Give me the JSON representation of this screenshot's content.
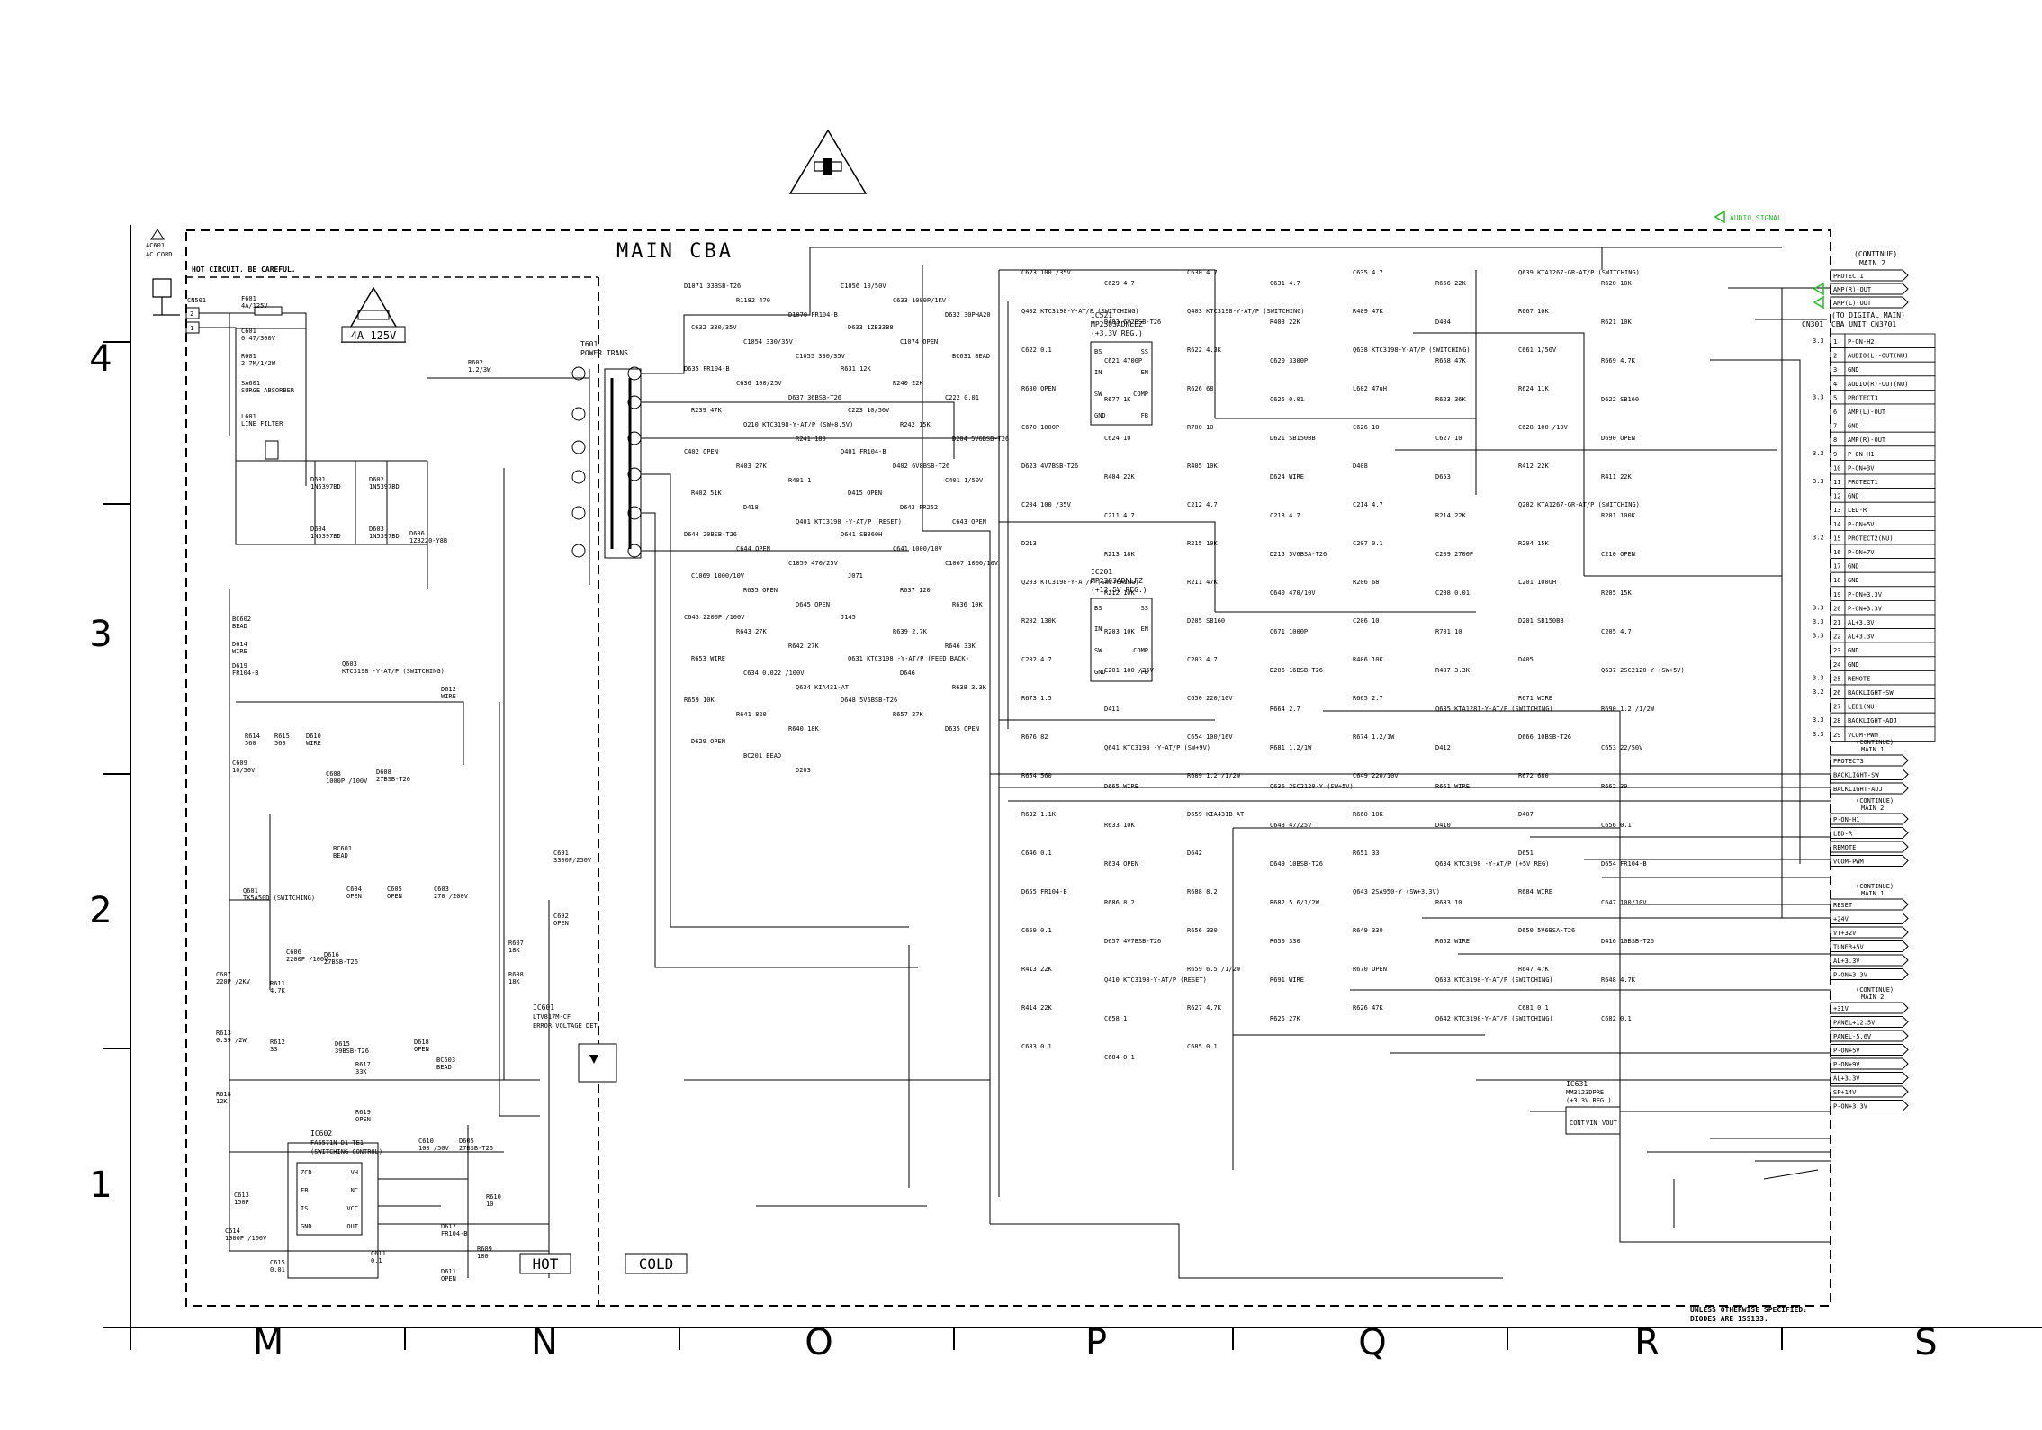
{
  "sheet_title": "MAIN CBA",
  "hot_warning": "HOT CIRCUIT. BE CAREFUL.",
  "fuse_rating": "4A 125V",
  "hot_label": "HOT",
  "cold_label": "COLD",
  "audio_signal_label": "AUDIO SIGNAL",
  "footnote_line1": "UNLESS OTHERWISE SPECIFIED:",
  "footnote_line2": "DIODES ARE 1SS133.",
  "ac_cord": {
    "name": "AC601",
    "sub": "AC CORD",
    "connector": "CN501"
  },
  "left_components": [
    {
      "ref": "F601",
      "val": "4A/125V"
    },
    {
      "ref": "C601",
      "val": "0.47/300V"
    },
    {
      "ref": "R601",
      "val": "2.7M/1/2W"
    },
    {
      "ref": "SA601",
      "val": "SURGE ABSORBER"
    },
    {
      "ref": "L601",
      "val": "LINE FILTER"
    },
    {
      "ref": "D601",
      "val": "1N5397BD"
    },
    {
      "ref": "D602",
      "val": "1N5397BD"
    },
    {
      "ref": "D604",
      "val": "1N5397BD"
    },
    {
      "ref": "D603",
      "val": "1N5397BD"
    },
    {
      "ref": "D606",
      "val": "1ZB220-Y8B"
    },
    {
      "ref": "R602",
      "val": "1.2/3W"
    },
    {
      "ref": "BC602",
      "val": "BEAD"
    },
    {
      "ref": "D614",
      "val": "WIRE"
    },
    {
      "ref": "D619",
      "val": "FR104-B"
    },
    {
      "ref": "Q603",
      "val": "KTC3198 -Y-AT/P (SWITCHING)"
    },
    {
      "ref": "D612",
      "val": "WIRE"
    },
    {
      "ref": "R614",
      "val": "560"
    },
    {
      "ref": "R615",
      "val": "560"
    },
    {
      "ref": "D610",
      "val": "WIRE"
    },
    {
      "ref": "C609",
      "val": "10/50V"
    },
    {
      "ref": "C608",
      "val": "1000P /100V"
    },
    {
      "ref": "D608",
      "val": "27BSB-T26"
    },
    {
      "ref": "BC601",
      "val": "BEAD"
    },
    {
      "ref": "Q601",
      "val": "TK5A50D (SWITCHING)"
    },
    {
      "ref": "C604",
      "val": "OPEN"
    },
    {
      "ref": "C605",
      "val": "OPEN"
    },
    {
      "ref": "C603",
      "val": "270 /200V"
    },
    {
      "ref": "C607",
      "val": "220P /2KV"
    },
    {
      "ref": "C606",
      "val": "2200P /100V"
    },
    {
      "ref": "D616",
      "val": "27BSB-T26"
    },
    {
      "ref": "R611",
      "val": "4.7K"
    },
    {
      "ref": "R613",
      "val": "0.39 /2W"
    },
    {
      "ref": "R612",
      "val": "33"
    },
    {
      "ref": "D615",
      "val": "39BSB-T26"
    },
    {
      "ref": "R617",
      "val": "33K"
    },
    {
      "ref": "D618",
      "val": "OPEN"
    },
    {
      "ref": "BC603",
      "val": "BEAD"
    },
    {
      "ref": "R618",
      "val": "12K"
    },
    {
      "ref": "R619",
      "val": "OPEN"
    },
    {
      "ref": "C610",
      "val": "100 /50V"
    },
    {
      "ref": "D605",
      "val": "27BSB-T26"
    },
    {
      "ref": "R607",
      "val": "18K"
    },
    {
      "ref": "R608",
      "val": "18K"
    },
    {
      "ref": "C613",
      "val": "150P"
    },
    {
      "ref": "C614",
      "val": "1000P /100V"
    },
    {
      "ref": "C615",
      "val": "0.01"
    },
    {
      "ref": "C611",
      "val": "0.1"
    },
    {
      "ref": "D617",
      "val": "FR104-B"
    },
    {
      "ref": "R609",
      "val": "180"
    },
    {
      "ref": "R610",
      "val": "10"
    },
    {
      "ref": "D611",
      "val": "OPEN"
    },
    {
      "ref": "C691",
      "val": "3300P/250V"
    },
    {
      "ref": "C692",
      "val": "OPEN"
    }
  ],
  "ic602": {
    "ref": "IC602",
    "part": "FA5571N-D1-TE1",
    "desc": "(SWITCHING CONTROL)",
    "pins_left": [
      "ZCD",
      "FB",
      "IS",
      "GND"
    ],
    "pins_right": [
      "VH",
      "NC",
      "VCC",
      "OUT"
    ]
  },
  "ic601": {
    "ref": "IC601",
    "part": "LTV817M-CF",
    "desc": "ERROR VOLTAGE DET"
  },
  "transformer": {
    "ref": "T601",
    "desc": "POWER TRANS"
  },
  "ic521": {
    "ref": "IC521",
    "part": "MP2303ADNLEZ",
    "desc": "(+3.3V REG.)",
    "pins_left": [
      "BS",
      "IN",
      "SW",
      "GND"
    ],
    "pins_right": [
      "SS",
      "EN",
      "COMP",
      "FB"
    ]
  },
  "ic201": {
    "ref": "IC201",
    "part": "MP2303ADNLFZ",
    "desc": "(+12.5V REG.)",
    "pins_left": [
      "BS",
      "IN",
      "SW",
      "GND"
    ],
    "pins_right": [
      "SS",
      "EN",
      "COMP",
      "FB"
    ]
  },
  "ic631": {
    "ref": "IC631",
    "part": "MM3123DPRE",
    "desc": "(+3.3V REG.)",
    "pins": [
      "CONT",
      "VIN",
      "VOUT"
    ]
  },
  "mid_components": [
    "D1071 33BSB-T26",
    "R1182 470",
    "D1070 FR104-B",
    "C1056 10/50V",
    "C633 1000P/1KV",
    "D632 30PHA20",
    "C632 330/35V",
    "C1054 330/35V",
    "C1055 330/35V",
    "D633 1ZB33B8",
    "C1074 OPEN",
    "BC631 BEAD",
    "D635 FR104-B",
    "C636 100/25V",
    "D637 36BSB-T26",
    "R631 12K",
    "R240 22K",
    "C222 0.01",
    "R239 47K",
    "Q210 KTC3198-Y-AT/P (SW+8.5V)",
    "R241 180",
    "C223 10/50V",
    "R242 15K",
    "D204 5V6BSB-T26",
    "C402 OPEN",
    "R403 27K",
    "R401 1",
    "D401 FR104-B",
    "D402 6V8BSB-T26",
    "C401 1/50V",
    "R402 51K",
    "D418",
    "Q401 KTC3198 -Y-AT/P (RESET)",
    "D415 OPEN",
    "D643 FR252",
    "C643 OPEN",
    "D644 20BSB-T26",
    "C644 OPEN",
    "C1059 470/25V",
    "D641 SB360H",
    "C641 1000/10V",
    "C1067 1000/10V",
    "C1069 1000/10V",
    "R635 OPEN",
    "D645 OPEN",
    "J071",
    "R637 120",
    "R636 10K",
    "C645 2200P /100V",
    "R643 27K",
    "R642 27K",
    "J145",
    "R639 2.7K",
    "R646 33K",
    "R653 WIRE",
    "C634 0.022 /100V",
    "Q634 KIA431-AT",
    "Q631 KTC3198 -Y-AT/P (FEED BACK)",
    "D646",
    "R638 3.3K",
    "R659 10K",
    "R641 820",
    "R640 18K",
    "D648 5V6BSB-T26",
    "R657 27K",
    "D635 OPEN",
    "D629 OPEN",
    "BC201 BEAD",
    "D203"
  ],
  "right_components": [
    "C623 100 /35V",
    "C629 4.7",
    "C630 4.7",
    "C631 4.7",
    "C635 4.7",
    "R666 22K",
    "Q639 KTA1267-GR-AT/P (SWITCHING)",
    "R620 10K",
    "Q402 KTC3198-Y-AT/P (SWITCHING)",
    "D403 6V2BSB-T26",
    "Q403 KTC3198-Y-AT/P (SWITCHING)",
    "R408 22K",
    "R409 47K",
    "D404",
    "R667 10K",
    "R621 10K",
    "C622 0.1",
    "C621 4700P",
    "R622 4.3K",
    "C620 3300P",
    "Q638 KTC3198-Y-AT/P (SWITCHING)",
    "R668 47K",
    "C661 1/50V",
    "R669 4.7K",
    "R680 OPEN",
    "R677 1K",
    "R626 68",
    "C625 0.01",
    "L602 47uH",
    "R623 36K",
    "R624 11K",
    "D622 SB160",
    "C670 1000P",
    "C624 10",
    "R700 10",
    "D621 SB150BB",
    "C626 10",
    "C627 10",
    "C628 100 /10V",
    "D690 OPEN",
    "D623 4V7BSB-T26",
    "R404 22K",
    "R405 10K",
    "D624 WIRE",
    "D408",
    "D653",
    "R412 22K",
    "R411 22K",
    "C204 100 /35V",
    "C211 4.7",
    "C212 4.7",
    "C213 4.7",
    "C214 4.7",
    "R214 22K",
    "Q202 KTA1267-GR-AT/P (SWITCHING)",
    "R201 100K",
    "D213",
    "R213 18K",
    "R215 10K",
    "D215 5V6BSA-T26",
    "C207 0.1",
    "C209 2700P",
    "R204 15K",
    "C210 OPEN",
    "Q203 KTC3198-Y-AT/P (SWITCHING)",
    "R212 10K",
    "R211 47K",
    "C640 470/10V",
    "R206 68",
    "C208 0.01",
    "L201 100uH",
    "R205 15K",
    "R202 130K",
    "R203 10K",
    "D205 SB160",
    "C671 1000P",
    "C206 10",
    "R701 10",
    "D201 SB150BB",
    "C205 4.7",
    "C202 4.7",
    "C201 100 /25V",
    "C203 4.7",
    "D206 16BSB-T26",
    "R406 10K",
    "R407 3.3K",
    "D405",
    "Q637 2SC2120-Y (SW+5V)",
    "R673 1.5",
    "D411",
    "C650 220/10V",
    "R664 2.7",
    "R665 2.7",
    "Q635 KTA1281-Y-AT/P (SWITCHING)",
    "R671 WIRE",
    "R690 1.2 /1/2W",
    "R676 82",
    "Q641 KTC3198 -Y-AT/P (SW+9V)",
    "C654 100/16V",
    "R681 1.2/1W",
    "R674 1.2/1W",
    "D412",
    "D666 10BSB-T26",
    "C653 22/50V",
    "R654 560",
    "D665 WIRE",
    "R689 1.2 /1/2W",
    "Q636 2SC2120-Y (SW+5V)",
    "C649 220/10V",
    "R661 WIRE",
    "R672 680",
    "R662 39",
    "R632 1.1K",
    "R633 10K",
    "D659 KIA431B-AT",
    "C648 47/25V",
    "R660 10K",
    "D410",
    "D407",
    "C656 0.1",
    "C646 0.1",
    "R634 OPEN",
    "D642",
    "D649 10BSB-T26",
    "R651 33",
    "Q634 KTC3198 -Y-AT/P (+5V REG)",
    "D651",
    "D654 FR104-B",
    "D655 FR104-B",
    "R686 8.2",
    "R688 8.2",
    "R682 5.6/1/2W",
    "Q643 2SA950-Y (SW+3.3V)",
    "R683 10",
    "R684 WIRE",
    "C647 100/10V",
    "C659 0.1",
    "D657 4V7BSB-T26",
    "R656 330",
    "R650 330",
    "R649 330",
    "R652 WIRE",
    "D650 5V6BSA-T26",
    "D416 10BSB-T26",
    "R413 22K",
    "Q410 KTC3198-Y-AT/P (RESET)",
    "R659 6.5 /1/2W",
    "R691 WIRE",
    "R670 OPEN",
    "Q633 KTC3198-Y-AT/P (SWITCHING)",
    "R647 47K",
    "R648 4.7K",
    "R414 22K",
    "C658 1",
    "R627 4.7K",
    "R625 27K",
    "R626 47K",
    "Q642 KTC3198-Y-AT/P (SWITCHING)",
    "C681 0.1",
    "C682 0.1",
    "C683 0.1",
    "C684 0.1",
    "C685 0.1"
  ],
  "continue_top": {
    "line1": "(CONTINUE)",
    "line2": "MAIN 2"
  },
  "top_signals": [
    "PROTECT1",
    "AMP(R)-OUT",
    "AMP(L)-OUT"
  ],
  "cn301_header": {
    "ref": "CN301",
    "line1": "(TO DIGITAL MAIN)",
    "line2": "CBA UNIT CN3701"
  },
  "cn301_pins": [
    {
      "num": "1",
      "name": "P-ON-H2"
    },
    {
      "num": "2",
      "name": "AUDIO(L)-OUT(NU)"
    },
    {
      "num": "3",
      "name": "GND"
    },
    {
      "num": "4",
      "name": "AUDIO(R)-OUT(NU)"
    },
    {
      "num": "5",
      "name": "PROTECT3"
    },
    {
      "num": "6",
      "name": "AMP(L)-OUT"
    },
    {
      "num": "7",
      "name": "GND"
    },
    {
      "num": "8",
      "name": "AMP(R)-OUT"
    },
    {
      "num": "9",
      "name": "P-ON-H1"
    },
    {
      "num": "10",
      "name": "P-ON+3V"
    },
    {
      "num": "11",
      "name": "PROTECT1"
    },
    {
      "num": "12",
      "name": "GND"
    },
    {
      "num": "13",
      "name": "LED-R"
    },
    {
      "num": "14",
      "name": "P-ON+5V"
    },
    {
      "num": "15",
      "name": "PROTECT2(NU)"
    },
    {
      "num": "16",
      "name": "P-ON+7V"
    },
    {
      "num": "17",
      "name": "GND"
    },
    {
      "num": "18",
      "name": "GND"
    },
    {
      "num": "19",
      "name": "P-ON+3.3V"
    },
    {
      "num": "20",
      "name": "P-ON+3.3V"
    },
    {
      "num": "21",
      "name": "AL+3.3V"
    },
    {
      "num": "22",
      "name": "AL+3.3V"
    },
    {
      "num": "23",
      "name": "GND"
    },
    {
      "num": "24",
      "name": "GND"
    },
    {
      "num": "25",
      "name": "REMOTE"
    },
    {
      "num": "26",
      "name": "BACKLIGHT-SW"
    },
    {
      "num": "27",
      "name": "LED1(NU)"
    },
    {
      "num": "28",
      "name": "BACKLIGHT-ADJ"
    },
    {
      "num": "29",
      "name": "VCOM-PWM"
    }
  ],
  "cn301_voltages": [
    "3.3",
    "",
    "",
    "",
    "3.3",
    "",
    "",
    "",
    "3.3",
    "",
    "3.3",
    "",
    "",
    "",
    "3.2",
    "",
    "",
    "",
    "",
    "3.3",
    "3.3",
    "3.3",
    "",
    "",
    "3.3",
    "3.2",
    "",
    "3.3",
    "3.3"
  ],
  "bottom_groups": [
    {
      "line1": "(CONTINUE)",
      "line2": "MAIN 1",
      "signals": [
        "PROTECT3",
        "BACKLIGHT-SW",
        "BACKLIGHT-ADJ"
      ]
    },
    {
      "line1": "(CONTINUE)",
      "line2": "MAIN 2",
      "signals": [
        "P-ON-H1",
        "LED-R",
        "REMOTE",
        "VCOM-PWM"
      ]
    },
    {
      "line1": "(CONTINUE)",
      "line2": "MAIN 1",
      "signals": [
        "RESET",
        "+24V",
        "VT+32V",
        "TUNER+5V",
        "AL+3.3V",
        "P-ON+3.3V"
      ]
    },
    {
      "line1": "(CONTINUE)",
      "line2": "MAIN 2",
      "signals": [
        "+31V",
        "PANEL+12.5V",
        "PANEL-5.6V",
        "P-ON+5V",
        "P-ON+9V",
        "AL+3.3V",
        "SP+14V",
        "P-ON+3.3V"
      ]
    }
  ],
  "grid_letters": [
    "M",
    "N",
    "O",
    "P",
    "Q",
    "R",
    "S"
  ],
  "grid_numbers": [
    "4",
    "3",
    "2",
    "1"
  ]
}
